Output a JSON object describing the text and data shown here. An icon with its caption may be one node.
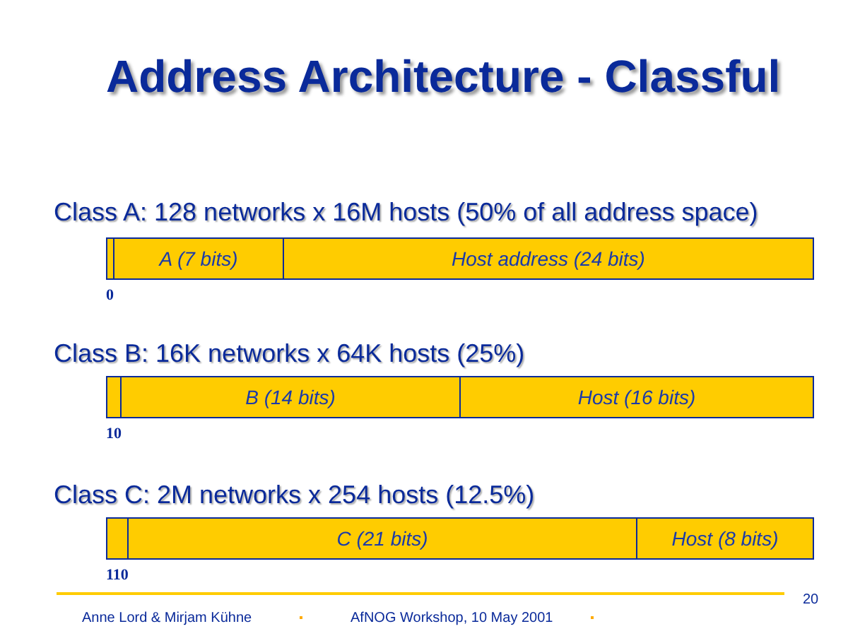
{
  "diagram": {
    "title": "Address Architecture - Classful",
    "nodes": [
      {
        "text": [],
        "shape": "bar"
      },
      {
        "text": [
          "A (7 bits)"
        ]
      },
      {
        "text": [
          "Host address (24 bits)"
        ]
      },
      {
        "text": [],
        "shape": "bar"
      },
      {
        "text": [
          "B (14 bits)"
        ]
      },
      {
        "text": [
          "Host (16 bits)"
        ]
      },
      {
        "text": [],
        "shape": "bar"
      },
      {
        "text": [
          "C (21 bits)"
        ]
      },
      {
        "text": [
          "Host (8 bits)"
        ]
      }
    ],
    "labels": [
      "Class A: 128 networks x 16M hosts (50% of all address space)",
      "0",
      "Class B: 16K networks x 64K hosts (25%)",
      "10",
      "Class C: 2M networks x 254 hosts (12.5%)",
      "110",
      "20",
      "Anne Lord & Mirjam Kühne",
      "AfNOG Workshop, 10 May 2001"
    ]
  }
}
